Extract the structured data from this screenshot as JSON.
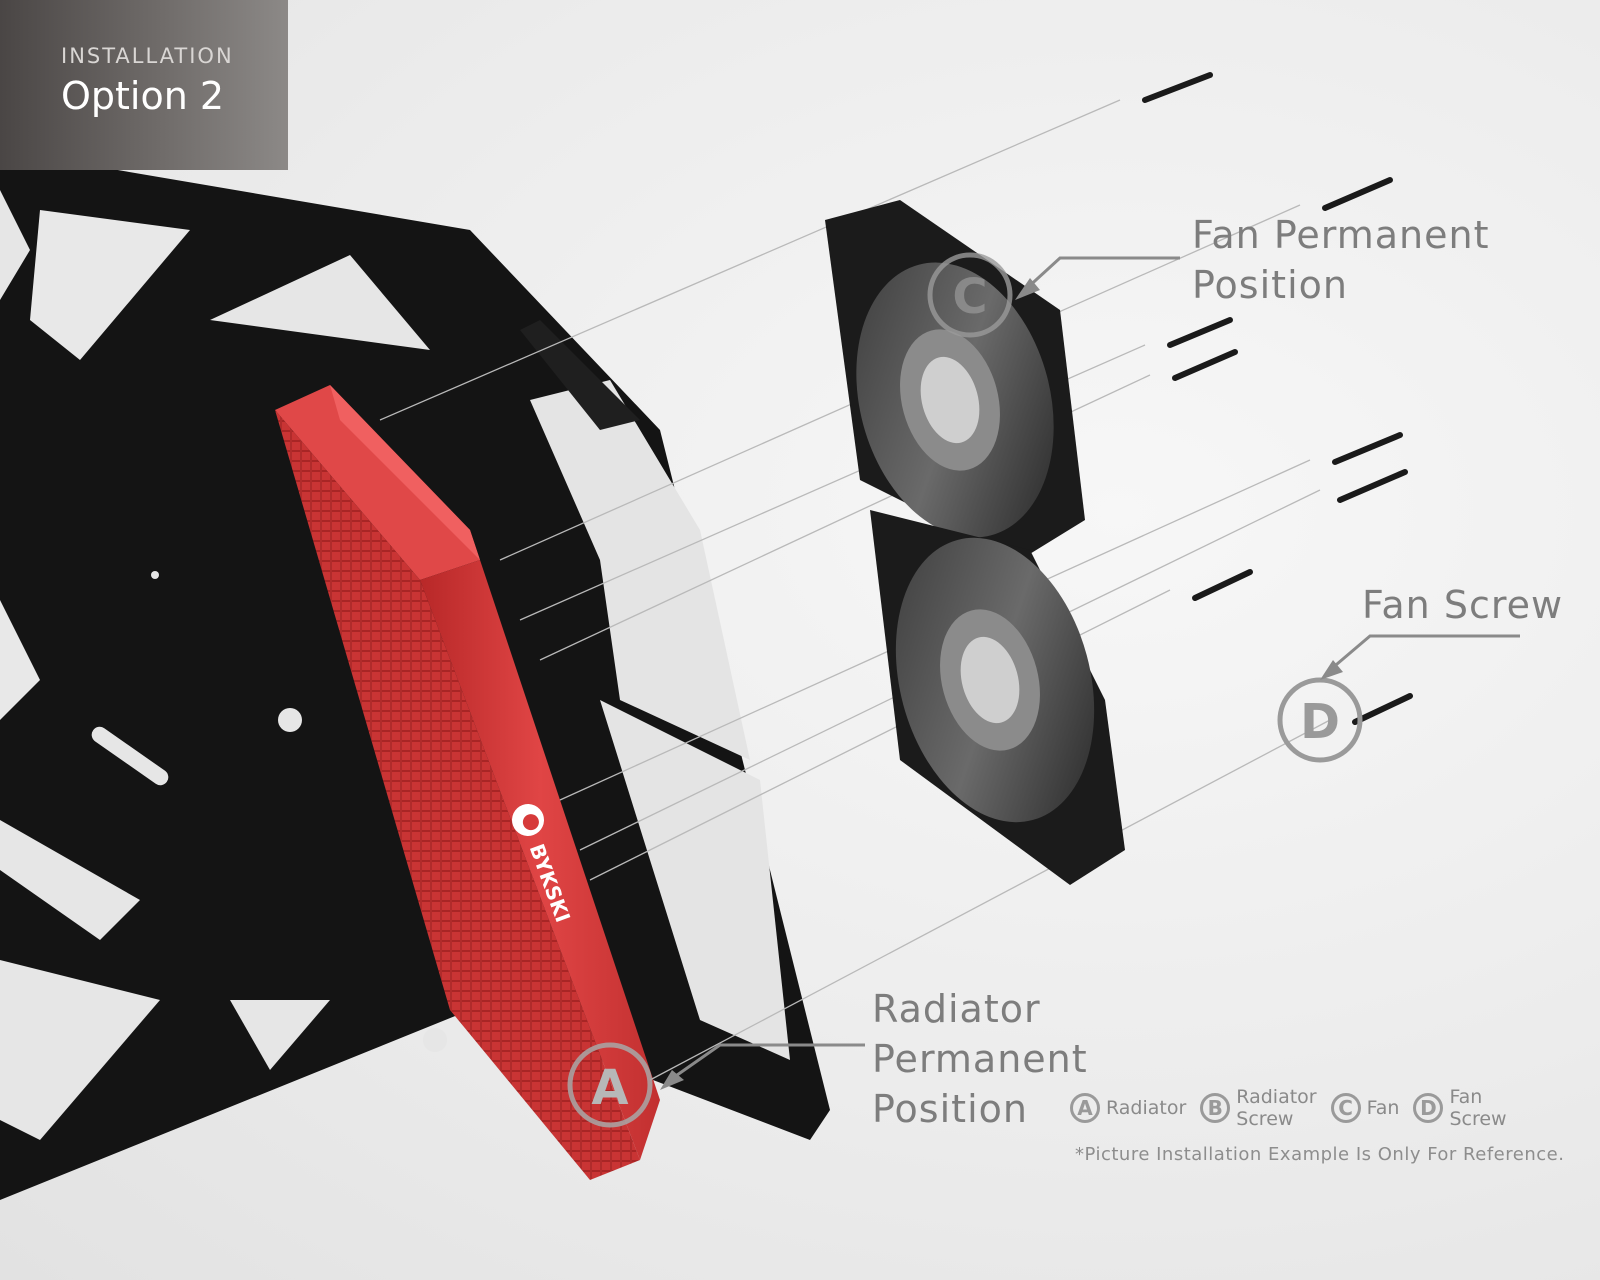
{
  "badge": {
    "small": "INSTALLATION",
    "big": "Option 2"
  },
  "callouts": {
    "fan_permanent": [
      "Fan Permanent",
      "Position"
    ],
    "fan_screw": "Fan Screw",
    "radiator_permanent": [
      "Radiator",
      "Permanent",
      "Position"
    ]
  },
  "markers": {
    "a": "A",
    "c": "C",
    "d": "D"
  },
  "legend": [
    {
      "letter": "A",
      "label": "Radiator"
    },
    {
      "letter": "B",
      "label": "Radiator\nScrew"
    },
    {
      "letter": "C",
      "label": "Fan"
    },
    {
      "letter": "D",
      "label": "Fan\nScrew"
    }
  ],
  "note": "*Picture Installation Example Is Only For Reference.",
  "colors": {
    "radiator": "#d63a3a",
    "panel": "#151515",
    "callout_gray": "#8a8a8a"
  },
  "logo_text": "BYKSKI"
}
